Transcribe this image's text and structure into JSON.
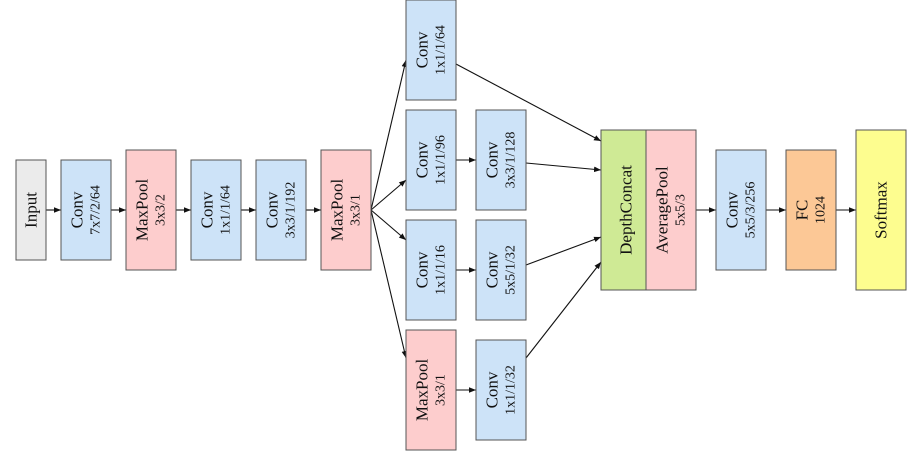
{
  "colors": {
    "input": "#ebebeb",
    "conv": "#cde3f8",
    "pool": "#fdcdcd",
    "concat": "#cfea95",
    "fc": "#fcc896",
    "softmax": "#fdfd8f",
    "edge": "#111111"
  },
  "nodes": [
    {
      "id": "input",
      "kind": "input",
      "title": "Input",
      "param": ""
    },
    {
      "id": "conv1",
      "kind": "conv",
      "title": "Conv",
      "param": "7x7/2/64"
    },
    {
      "id": "maxpool1",
      "kind": "pool",
      "title": "MaxPool",
      "param": "3x3/2"
    },
    {
      "id": "conv2",
      "kind": "conv",
      "title": "Conv",
      "param": "1x1/1/64"
    },
    {
      "id": "conv3",
      "kind": "conv",
      "title": "Conv",
      "param": "3x3/1/192"
    },
    {
      "id": "maxpool2",
      "kind": "pool",
      "title": "MaxPool",
      "param": "3x3/1"
    },
    {
      "id": "b1conv",
      "kind": "conv",
      "title": "Conv",
      "param": "1x1/1/64"
    },
    {
      "id": "b2conv1",
      "kind": "conv",
      "title": "Conv",
      "param": "1x1/1/96"
    },
    {
      "id": "b2conv2",
      "kind": "conv",
      "title": "Conv",
      "param": "3x3/1/128"
    },
    {
      "id": "b3conv1",
      "kind": "conv",
      "title": "Conv",
      "param": "1x1/1/16"
    },
    {
      "id": "b3conv2",
      "kind": "conv",
      "title": "Conv",
      "param": "5x5/1/32"
    },
    {
      "id": "b4pool",
      "kind": "pool",
      "title": "MaxPool",
      "param": "3x3/1"
    },
    {
      "id": "b4conv",
      "kind": "conv",
      "title": "Conv",
      "param": "1x1/1/32"
    },
    {
      "id": "concat",
      "kind": "concat",
      "title": "DepthConcat",
      "param": ""
    },
    {
      "id": "avgpool",
      "kind": "pool",
      "title": "AveragePool",
      "param": "5x5/3"
    },
    {
      "id": "conv4",
      "kind": "conv",
      "title": "Conv",
      "param": "5x5/3/256"
    },
    {
      "id": "fc",
      "kind": "fc",
      "title": "FC",
      "param": "1024"
    },
    {
      "id": "softmax",
      "kind": "softmax",
      "title": "Softmax",
      "param": ""
    }
  ],
  "edges": [
    [
      "input",
      "conv1"
    ],
    [
      "conv1",
      "maxpool1"
    ],
    [
      "maxpool1",
      "conv2"
    ],
    [
      "conv2",
      "conv3"
    ],
    [
      "conv3",
      "maxpool2"
    ],
    [
      "maxpool2",
      "b1conv"
    ],
    [
      "maxpool2",
      "b2conv1"
    ],
    [
      "maxpool2",
      "b3conv1"
    ],
    [
      "maxpool2",
      "b4pool"
    ],
    [
      "b2conv1",
      "b2conv2"
    ],
    [
      "b3conv1",
      "b3conv2"
    ],
    [
      "b4pool",
      "b4conv"
    ],
    [
      "b1conv",
      "concat"
    ],
    [
      "b2conv2",
      "concat"
    ],
    [
      "b3conv2",
      "concat"
    ],
    [
      "b4conv",
      "concat"
    ],
    [
      "concat",
      "avgpool"
    ],
    [
      "avgpool",
      "conv4"
    ],
    [
      "conv4",
      "fc"
    ],
    [
      "fc",
      "softmax"
    ]
  ]
}
